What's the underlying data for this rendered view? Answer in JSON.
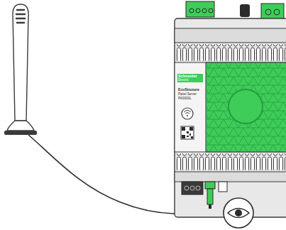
{
  "diagram": {
    "labels": [
      "Schneider",
      "Electric",
      "EcoStruxure",
      "Panel Server",
      "PAS600L"
    ]
  }
}
